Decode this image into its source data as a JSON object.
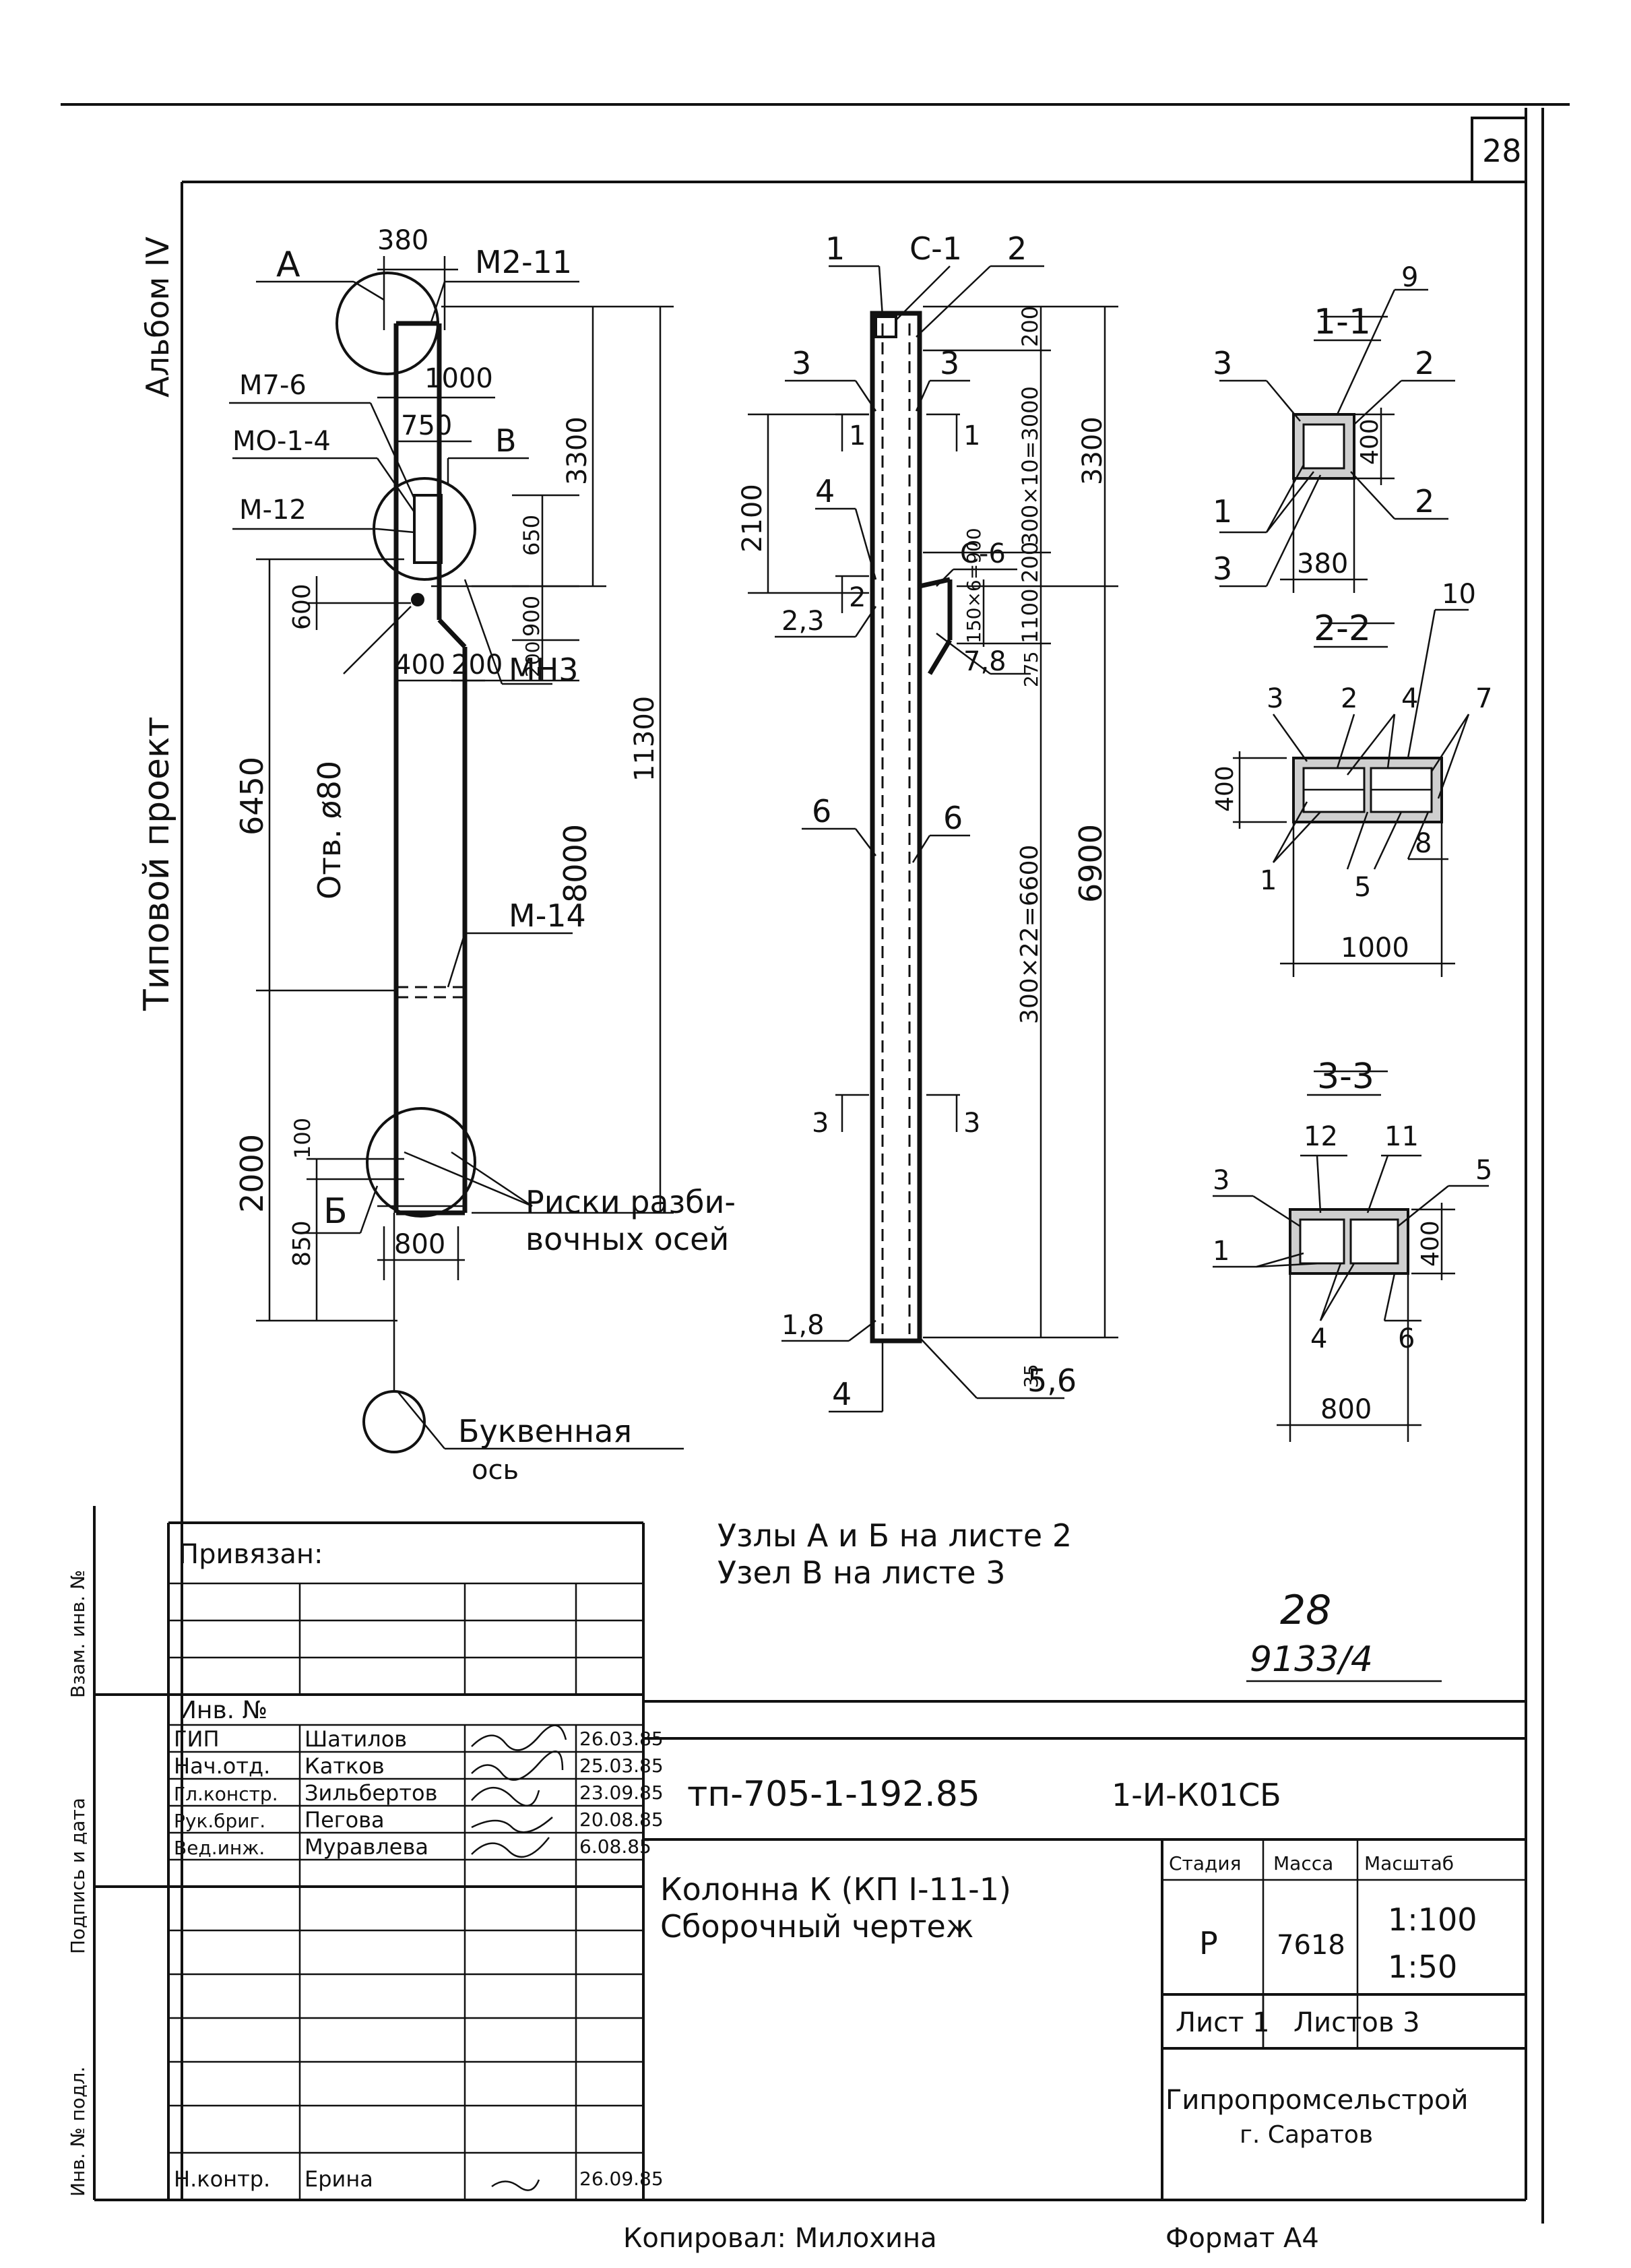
{
  "sheet": {
    "page_number": "28",
    "side_album": "Альбом IV",
    "side_project": "Типовой проект",
    "side_labels": [
      "Взам. инв. №",
      "Подпись и дата",
      "Инв. № подл."
    ]
  },
  "elevation": {
    "node_a": "А",
    "node_b": "Б",
    "node_v": "В",
    "dim_380": "380",
    "m2_11": "М2-11",
    "dim_1000": "1000",
    "m7_6": "М7-6",
    "dim_750": "750",
    "m0_1_4": "МО-1-4",
    "dim_3300": "3300",
    "m_12": "М-12",
    "dim_650": "650",
    "dim_600": "600",
    "dim_900": "900",
    "dim_200a": "200",
    "dim_400": "400",
    "dim_200b": "200",
    "mn3": "МН3",
    "dim_11300": "11300",
    "dim_6450": "6450",
    "hole": "Отв. ø80",
    "dim_8000": "8000",
    "m_14": "М-14",
    "dim_100": "100",
    "dim_2000": "2000",
    "dim_850": "850",
    "dim_800": "800",
    "marks_1": "Риски разби-",
    "marks_2": "вочных осей",
    "axis_1": "Буквенная",
    "axis_2": "ось"
  },
  "assembly": {
    "p1": "1",
    "c1": "С-1",
    "p2": "2",
    "dim_200top": "200",
    "p3a": "3",
    "p3b": "3",
    "sec1a": "1",
    "sec1b": "1",
    "dim_300x10": "300×10=3000",
    "dim_3300": "3300",
    "dim_2100": "2100",
    "p4": "4",
    "c6": "С-6",
    "dim_200mid": "200",
    "sec2": "2",
    "dim_150x6": "150×6=900",
    "dim_1100": "1100",
    "p23": "2,3",
    "p78": "7,8",
    "dim_275": "275",
    "p6a": "6",
    "p6b": "6",
    "dim_300x22": "300×22=6600",
    "dim_6900": "6900",
    "sec3a": "3",
    "sec3b": "3",
    "p18": "1,8",
    "dim_35": "35",
    "p4b": "4",
    "p56": "5,6"
  },
  "sec11": {
    "title": "1-1",
    "p9": "9",
    "p3": "3",
    "p2a": "2",
    "dim_400": "400",
    "p1": "1",
    "p2b": "2",
    "p3b": "3",
    "dim_380": "380"
  },
  "sec22": {
    "title": "2-2",
    "p10": "10",
    "p3": "3",
    "p2": "2",
    "p4": "4",
    "p7": "7",
    "dim_400": "400",
    "p1": "1",
    "p5": "5",
    "p8": "8",
    "dim_1000": "1000"
  },
  "sec33": {
    "title": "3-3",
    "p12": "12",
    "p11": "11",
    "p3": "3",
    "p5": "5",
    "dim_400": "400",
    "p1": "1",
    "p4": "4",
    "p6": "6",
    "dim_800": "800"
  },
  "notes": {
    "line1": "Узлы А и Б на листе 2",
    "line2": "Узел В на листе 3"
  },
  "stamp": {
    "privyazan": "Привязан:",
    "inv_no": "Инв. №",
    "hand_num": "28",
    "hand_code": "9133/4",
    "doc_code": "тп-705-1-192.85",
    "doc_mark": "1-И-К01СБ",
    "title1": "Колонна К (КП I-11-1)",
    "title2": "Сборочный чертеж",
    "col_stage": "Стадия",
    "col_mass": "Масса",
    "col_scale": "Масштаб",
    "stage": "Р",
    "mass": "7618",
    "scale1": "1:100",
    "scale2": "1:50",
    "sheet": "Лист 1",
    "sheets": "Листов 3",
    "org1": "Гипропромсельстрой",
    "org2": "г. Саратов",
    "people": [
      {
        "role": "ГИП",
        "name": "Шатилов",
        "date": "26.03.85"
      },
      {
        "role": "Нач.отд.",
        "name": "Катков",
        "date": "25.03.85"
      },
      {
        "role": "Гл.констр.",
        "name": "Зильбертов",
        "date": "23.09.85"
      },
      {
        "role": "Рук.бриг.",
        "name": "Пегова",
        "date": "20.08.85"
      },
      {
        "role": "Вед.инж.",
        "name": "Муравлева",
        "date": "6.08.85"
      }
    ],
    "nkontr_role": "Н.контр.",
    "nkontr_name": "Ерина",
    "nkontr_date": "26.09.85"
  },
  "footer": {
    "copied": "Копировал: Милохина",
    "format": "Формат А4"
  }
}
